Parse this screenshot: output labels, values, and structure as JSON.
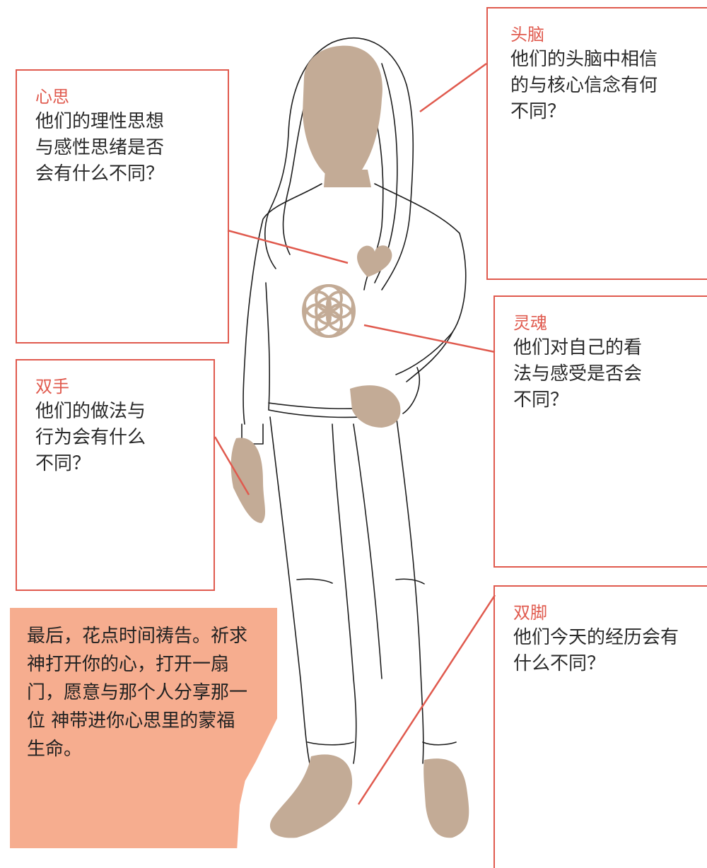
{
  "colors": {
    "accent": "#e05a4e",
    "skin": "#c3ab96",
    "prayer_bg": "#f6ad8f",
    "text": "#2a2a2a"
  },
  "mind": {
    "title": "心思",
    "lines": [
      "他们的理性思想",
      "与感性思绪是否",
      "会有什么不同？"
    ]
  },
  "head": {
    "title": "头脑",
    "lines": [
      "他们的头脑中相信",
      "的与核心信念有何",
      "不同？"
    ]
  },
  "soul": {
    "title": "灵魂",
    "lines": [
      "他们对自己的看",
      "法与感受是否会",
      "不同？"
    ]
  },
  "hands": {
    "title": "双手",
    "lines": [
      "他们的做法与",
      "行为会有什么",
      "不同？"
    ]
  },
  "feet": {
    "title": "双脚",
    "lines": [
      "他们今天的经历会有",
      "什么不同？"
    ]
  },
  "prayer": {
    "lines": [
      "最后，花点时间祷告。祈求",
      "神打开你的心，打开一扇",
      "门，愿意与那个人分享那一",
      "位 神带进你心思里的蒙福",
      "生命。"
    ]
  },
  "figure_icons": [
    "heart-icon",
    "flower-of-life-icon"
  ]
}
